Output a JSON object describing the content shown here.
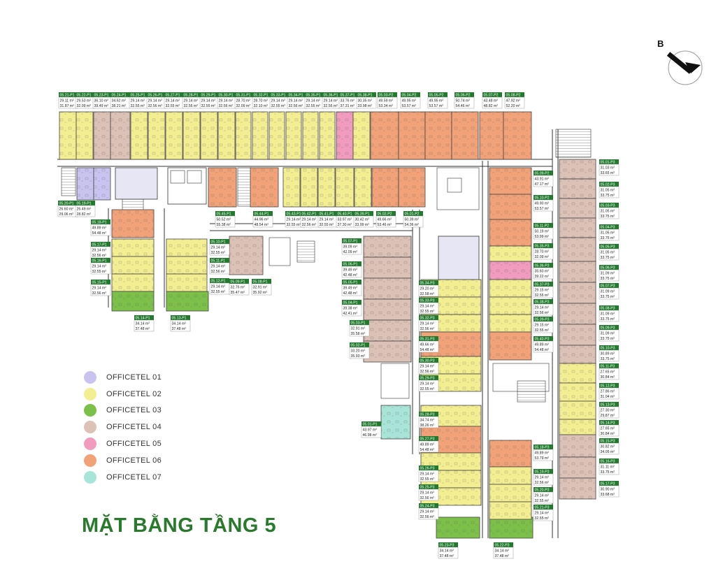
{
  "title": "MẶT BẰNG TẦNG 5",
  "compass": {
    "letter": "B",
    "icon": "north-arrow-icon"
  },
  "colors": {
    "officetel_01": "#c9c3ef",
    "officetel_02": "#f4ee92",
    "officetel_03": "#7cc04a",
    "officetel_04": "#dcc1b6",
    "officetel_05": "#f19cbf",
    "officetel_06": "#f1a278",
    "officetel_07": "#a8e4d8",
    "label_green": "#227a2f"
  },
  "legend": [
    {
      "label": "OFFICETEL 01",
      "type": "officetel_01"
    },
    {
      "label": "OFFICETEL 02",
      "type": "officetel_02"
    },
    {
      "label": "OFFICETEL 03",
      "type": "officetel_03"
    },
    {
      "label": "OFFICETEL 04",
      "type": "officetel_04"
    },
    {
      "label": "OFFICETEL 05",
      "type": "officetel_05"
    },
    {
      "label": "OFFICETEL 06",
      "type": "officetel_06"
    },
    {
      "label": "OFFICETEL 07",
      "type": "officetel_07"
    }
  ],
  "units": [
    {
      "code": "05.21-P1",
      "a1": "29.11 m²",
      "a2": "31.87 m²",
      "type": "officetel_02"
    },
    {
      "code": "05.22-P1",
      "a1": "29.53 m²",
      "a2": "32.09 m²",
      "type": "officetel_02"
    },
    {
      "code": "05.23-P1",
      "a1": "36.10 m²",
      "a2": "39.49 m²",
      "type": "officetel_04"
    },
    {
      "code": "05.24-P1",
      "a1": "34.62 m²",
      "a2": "38.21 m²",
      "type": "officetel_04"
    },
    {
      "code": "05.25-P1",
      "a1": "29.14 m²",
      "a2": "32.55 m²",
      "type": "officetel_02"
    },
    {
      "code": "05.26-P1",
      "a1": "29.14 m²",
      "a2": "32.56 m²",
      "type": "officetel_02"
    },
    {
      "code": "05.27-P1",
      "a1": "29.14 m²",
      "a2": "32.55 m²",
      "type": "officetel_02"
    },
    {
      "code": "05.28-P1",
      "a1": "29.14 m²",
      "a2": "32.56 m²",
      "type": "officetel_02"
    },
    {
      "code": "05.29-P1",
      "a1": "29.14 m²",
      "a2": "32.55 m²",
      "type": "officetel_02"
    },
    {
      "code": "05.30-P1",
      "a1": "29.14 m²",
      "a2": "32.56 m²",
      "type": "officetel_02"
    },
    {
      "code": "05.31-P1",
      "a1": "28.70 m²",
      "a2": "32.09 m²",
      "type": "officetel_02"
    },
    {
      "code": "05.32-P1",
      "a1": "28.70 m²",
      "a2": "32.10 m²",
      "type": "officetel_02"
    },
    {
      "code": "05.33-P1",
      "a1": "29.14 m²",
      "a2": "32.55 m²",
      "type": "officetel_02"
    },
    {
      "code": "05.34-P1",
      "a1": "29.14 m²",
      "a2": "32.56 m²",
      "type": "officetel_02"
    },
    {
      "code": "05.35-P1",
      "a1": "29.14 m²",
      "a2": "32.55 m²",
      "type": "officetel_02"
    },
    {
      "code": "05.36-P1",
      "a1": "29.14 m²",
      "a2": "32.56 m²",
      "type": "officetel_02"
    },
    {
      "code": "05.37-P1",
      "a1": "33.76 m²",
      "a2": "37.31 m²",
      "type": "officetel_05"
    },
    {
      "code": "05.38-P1",
      "a1": "30.35 m²",
      "a2": "33.98 m²",
      "type": "officetel_02"
    },
    {
      "code": "05.03-P2",
      "a1": "49.59 m²",
      "a2": "53.34 m²",
      "type": "officetel_06"
    },
    {
      "code": "05.04-P2",
      "a1": "49.95 m²",
      "a2": "53.57 m²",
      "type": "officetel_06"
    },
    {
      "code": "05.05-P2",
      "a1": "49.95 m²",
      "a2": "53.57 m²",
      "type": "officetel_06"
    },
    {
      "code": "05.06-P2",
      "a1": "50.74 m²",
      "a2": "54.46 m²",
      "type": "officetel_06"
    },
    {
      "code": "05.07-P2",
      "a1": "43.48 m²",
      "a2": "48.82 m²",
      "type": "officetel_06"
    },
    {
      "code": "05.08-P2",
      "a1": "47.92 m²",
      "a2": "52.20 m²",
      "type": "officetel_06"
    },
    {
      "code": "05.20-P1",
      "a1": "26.60 m²",
      "a2": "29.06 m²",
      "type": "officetel_01"
    },
    {
      "code": "05.19-P1",
      "a1": "26.49 m²",
      "a2": "28.82 m²",
      "type": "officetel_01"
    },
    {
      "code": "05.18-P1",
      "a1": "49.89 m²",
      "a2": "54.48 m²",
      "type": "officetel_06"
    },
    {
      "code": "05.17-P1",
      "a1": "29.14 m²",
      "a2": "32.56 m²",
      "type": "officetel_02"
    },
    {
      "code": "05.16-P1",
      "a1": "29.14 m²",
      "a2": "32.55 m²",
      "type": "officetel_02"
    },
    {
      "code": "05.15-P1",
      "a1": "29.14 m²",
      "a2": "32.56 m²",
      "type": "officetel_02"
    },
    {
      "code": "05.14-P1",
      "a1": "34.14 m²",
      "a2": "37.48 m²",
      "type": "officetel_03"
    },
    {
      "code": "05.13-P1",
      "a1": "34.14 m²",
      "a2": "37.48 m²",
      "type": "officetel_03"
    },
    {
      "code": "05.10-P1",
      "a1": "29.14 m²",
      "a2": "32.55 m²",
      "type": "officetel_02"
    },
    {
      "code": "05.11-P1",
      "a1": "29.14 m²",
      "a2": "32.56 m²",
      "type": "officetel_02"
    },
    {
      "code": "05.12-P1",
      "a1": "29.14 m²",
      "a2": "32.55 m²",
      "type": "officetel_02"
    },
    {
      "code": "05.09-P1",
      "a1": "32.76 m²",
      "a2": "35.47 m²",
      "type": "officetel_04"
    },
    {
      "code": "05.08-P1",
      "a1": "32.91 m²",
      "a2": "35.92 m²",
      "type": "officetel_04"
    },
    {
      "code": "05.45-P1",
      "a1": "50.52 m²",
      "a2": "55.38 m²",
      "type": "officetel_06"
    },
    {
      "code": "05.44-P1",
      "a1": "44.96 m²",
      "a2": "48.54 m²",
      "type": "officetel_06"
    },
    {
      "code": "05.43-P1",
      "a1": "29.14 m²",
      "a2": "32.55 m²",
      "type": "officetel_02"
    },
    {
      "code": "05.42-P1",
      "a1": "29.14 m²",
      "a2": "32.56 m²",
      "type": "officetel_02"
    },
    {
      "code": "05.41-P1",
      "a1": "29.14 m²",
      "a2": "32.55 m²",
      "type": "officetel_02"
    },
    {
      "code": "05.40-P1",
      "a1": "33.97 m²",
      "a2": "37.30 m²",
      "type": "officetel_02"
    },
    {
      "code": "05.39-P1",
      "a1": "30.42 m²",
      "a2": "33.99 m²",
      "type": "officetel_02"
    },
    {
      "code": "05.02-P2",
      "a1": "49.66 m²",
      "a2": "53.46 m²",
      "type": "officetel_06"
    },
    {
      "code": "05.01-P2",
      "a1": "50.39 m²",
      "a2": "54.36 m²",
      "type": "officetel_06"
    },
    {
      "code": "05.07-P1",
      "a1": "39.09 m²",
      "a2": "42.09 m²",
      "type": "officetel_04"
    },
    {
      "code": "05.06-P1",
      "a1": "39.49 m²",
      "a2": "42.48 m²",
      "type": "officetel_04"
    },
    {
      "code": "05.05-P1",
      "a1": "39.49 m²",
      "a2": "42.48 m²",
      "type": "officetel_04"
    },
    {
      "code": "05.04-P1",
      "a1": "39.38 m²",
      "a2": "42.41 m²",
      "type": "officetel_04"
    },
    {
      "code": "05.03-P1",
      "a1": "32.91 m²",
      "a2": "35.58 m²",
      "type": "officetel_04"
    },
    {
      "code": "05.02-P1",
      "a1": "33.20 m²",
      "a2": "35.93 m²",
      "type": "officetel_04"
    },
    {
      "code": "05.01-P1",
      "a1": "43.97 m²",
      "a2": "46.98 m²",
      "type": "officetel_07"
    },
    {
      "code": "05.34-P3",
      "a1": "29.20 m²",
      "a2": "32.58 m²",
      "type": "officetel_02"
    },
    {
      "code": "05.33-P3",
      "a1": "29.14 m²",
      "a2": "32.55 m²",
      "type": "officetel_02"
    },
    {
      "code": "05.32-P3",
      "a1": "29.14 m²",
      "a2": "32.56 m²",
      "type": "officetel_02"
    },
    {
      "code": "05.31-P3",
      "a1": "49.66 m²",
      "a2": "54.48 m²",
      "type": "officetel_06"
    },
    {
      "code": "05.30-P3",
      "a1": "29.14 m²",
      "a2": "32.56 m²",
      "type": "officetel_02"
    },
    {
      "code": "05.29-P3",
      "a1": "29.14 m²",
      "a2": "32.55 m²",
      "type": "officetel_02"
    },
    {
      "code": "05.28-P3",
      "a1": "34.74 m²",
      "a2": "38.26 m²",
      "type": "officetel_02"
    },
    {
      "code": "05.27-P3",
      "a1": "49.89 m²",
      "a2": "54.48 m²",
      "type": "officetel_06"
    },
    {
      "code": "05.26-P3",
      "a1": "29.14 m²",
      "a2": "32.55 m²",
      "type": "officetel_02"
    },
    {
      "code": "05.25-P3",
      "a1": "29.14 m²",
      "a2": "32.56 m²",
      "type": "officetel_02"
    },
    {
      "code": "05.24-P3",
      "a1": "29.14 m²",
      "a2": "32.56 m²",
      "type": "officetel_02"
    },
    {
      "code": "05.23-P3",
      "a1": "34.14 m²",
      "a2": "37.48 m²",
      "type": "officetel_03"
    },
    {
      "code": "05.22-P3",
      "a1": "34.14 m²",
      "a2": "37.48 m²",
      "type": "officetel_03"
    },
    {
      "code": "05.09-P2",
      "a1": "43.91 m²",
      "a2": "47.17 m²",
      "type": "officetel_06"
    },
    {
      "code": "05.10-P2",
      "a1": "49.90 m²",
      "a2": "53.57 m²",
      "type": "officetel_06"
    },
    {
      "code": "05.11-P2",
      "a1": "50.19 m²",
      "a2": "53.99 m²",
      "type": "officetel_06"
    },
    {
      "code": "05.35-P3",
      "a1": "28.70 m²",
      "a2": "32.09 m²",
      "type": "officetel_02"
    },
    {
      "code": "05.36-P3",
      "a1": "35.60 m²",
      "a2": "39.22 m²",
      "type": "officetel_05"
    },
    {
      "code": "05.37-P3",
      "a1": "29.15 m²",
      "a2": "32.55 m²",
      "type": "officetel_02"
    },
    {
      "code": "05.38-P3",
      "a1": "29.14 m²",
      "a2": "32.56 m²",
      "type": "officetel_02"
    },
    {
      "code": "05.39-P3",
      "a1": "29.15 m²",
      "a2": "32.55 m²",
      "type": "officetel_02"
    },
    {
      "code": "05.40-P3",
      "a1": "49.89 m²",
      "a2": "54.48 m²",
      "type": "officetel_06"
    },
    {
      "code": "05.18-P3",
      "a1": "49.89 m²",
      "a2": "53.79 m²",
      "type": "officetel_06"
    },
    {
      "code": "05.19-P3",
      "a1": "29.14 m²",
      "a2": "32.56 m²",
      "type": "officetel_02"
    },
    {
      "code": "05.20-P3",
      "a1": "29.14 m²",
      "a2": "32.55 m²",
      "type": "officetel_02"
    },
    {
      "code": "05.21-P3",
      "a1": "29.14 m²",
      "a2": "32.55 m²",
      "type": "officetel_02"
    },
    {
      "code": "05.01-P3",
      "a1": "31.03 m²",
      "a2": "33.65 m²",
      "type": "officetel_04"
    },
    {
      "code": "05.02-P3",
      "a1": "31.05 m²",
      "a2": "33.75 m²",
      "type": "officetel_04"
    },
    {
      "code": "05.03-P3",
      "a1": "31.05 m²",
      "a2": "33.75 m²",
      "type": "officetel_04"
    },
    {
      "code": "05.04-P3",
      "a1": "31.05 m²",
      "a2": "33.75 m²",
      "type": "officetel_04"
    },
    {
      "code": "05.05-P3",
      "a1": "31.05 m²",
      "a2": "33.75 m²",
      "type": "officetel_04"
    },
    {
      "code": "05.06-P3",
      "a1": "31.09 m²",
      "a2": "33.75 m²",
      "type": "officetel_04"
    },
    {
      "code": "05.07-P3",
      "a1": "31.09 m²",
      "a2": "33.75 m²",
      "type": "officetel_04"
    },
    {
      "code": "05.08-P3",
      "a1": "31.09 m²",
      "a2": "33.75 m²",
      "type": "officetel_04"
    },
    {
      "code": "05.09-P3",
      "a1": "31.09 m²",
      "a2": "33.75 m²",
      "type": "officetel_04"
    },
    {
      "code": "05.10-P3",
      "a1": "30.89 m²",
      "a2": "33.75 m²",
      "type": "officetel_04"
    },
    {
      "code": "05.11-P3",
      "a1": "27.65 m²",
      "a2": "30.84 m²",
      "type": "officetel_02"
    },
    {
      "code": "05.12-P3",
      "a1": "27.86 m²",
      "a2": "31.04 m²",
      "type": "officetel_02"
    },
    {
      "code": "05.13-P3",
      "a1": "27.30 m²",
      "a2": "29.87 m²",
      "type": "officetel_02"
    },
    {
      "code": "05.14-P3",
      "a1": "27.65 m²",
      "a2": "30.84 m²",
      "type": "officetel_02"
    },
    {
      "code": "05.15-P3",
      "a1": "30.82 m²",
      "a2": "34.05 m²",
      "type": "officetel_04"
    },
    {
      "code": "05.16-P3",
      "a1": "31.11 m²",
      "a2": "33.75 m²",
      "type": "officetel_04"
    },
    {
      "code": "05.17-P3",
      "a1": "30.90 m²",
      "a2": "33.68 m²",
      "type": "officetel_04"
    }
  ]
}
